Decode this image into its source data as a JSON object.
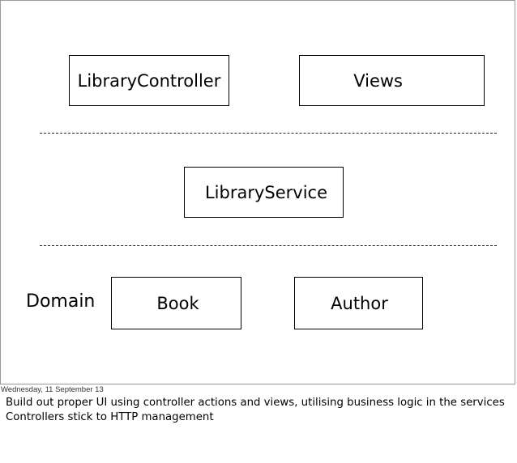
{
  "diagram": {
    "boxes": {
      "controller": "LibraryController",
      "views": "Views",
      "service": "LibraryService",
      "book": "Book",
      "author": "Author"
    },
    "domain_label": "Domain"
  },
  "footer": {
    "date": "Wednesday, 11 September 13",
    "notes": [
      "Build out proper UI using controller actions and views, utilising business logic in the services",
      "Controllers stick to HTTP management"
    ]
  }
}
